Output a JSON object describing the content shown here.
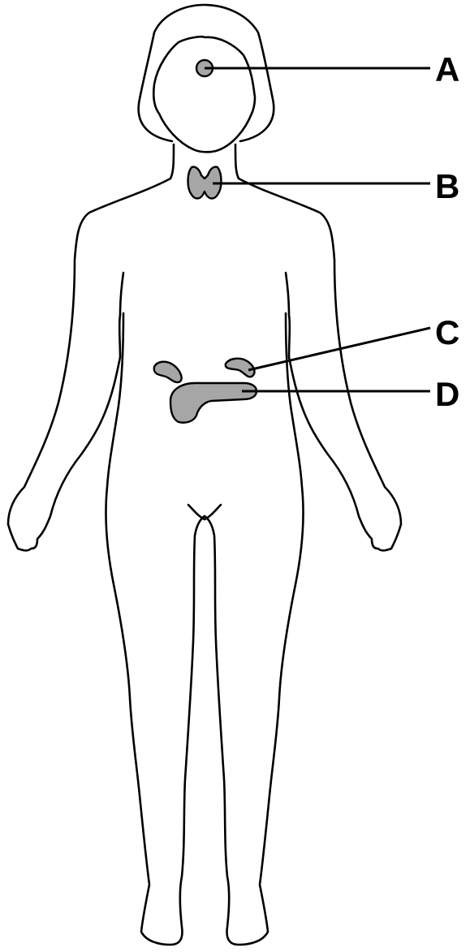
{
  "colors": {
    "organ_fill": "#a6a6a6",
    "outline": "#000000",
    "background": "#ffffff"
  },
  "labels": {
    "a": "A",
    "b": "B",
    "c": "C",
    "d": "D"
  }
}
